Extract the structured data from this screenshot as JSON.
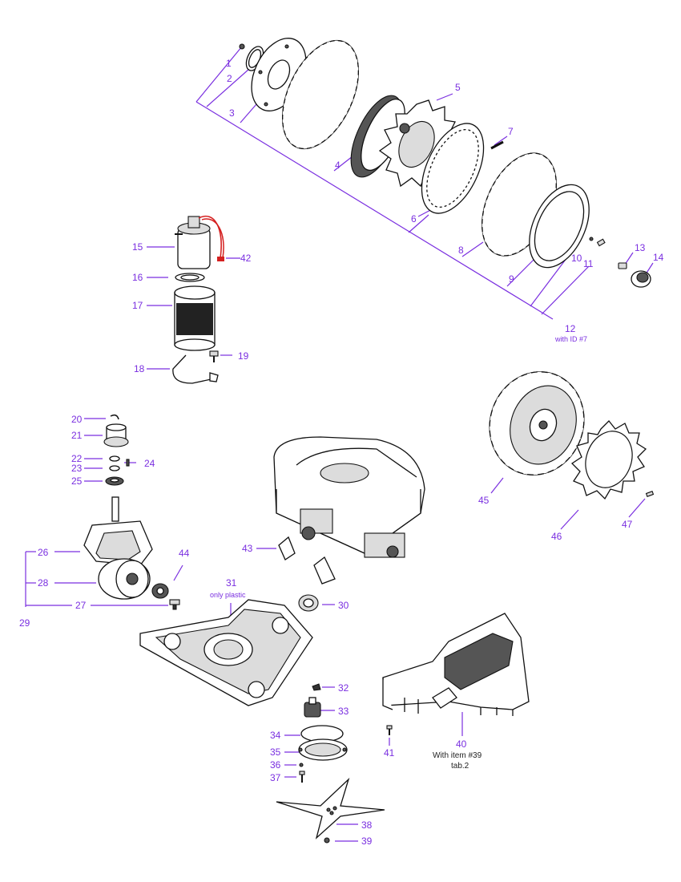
{
  "labels": {
    "1": "1",
    "2": "2",
    "3": "3",
    "4": "4",
    "5": "5",
    "6": "6",
    "7": "7",
    "8": "8",
    "9": "9",
    "10": "10",
    "11": "11",
    "12": "12",
    "13": "13",
    "14": "14",
    "15": "15",
    "16": "16",
    "17": "17",
    "18": "18",
    "19": "19",
    "20": "20",
    "21": "21",
    "22": "22",
    "23": "23",
    "24": "24",
    "25": "25",
    "26": "26",
    "27": "27",
    "28": "28",
    "29": "29",
    "30": "30",
    "31": "31",
    "32": "32",
    "33": "33",
    "34": "34",
    "35": "35",
    "36": "36",
    "37": "37",
    "38": "38",
    "39": "39",
    "40": "40",
    "41": "41",
    "42": "42",
    "43": "43",
    "44": "44",
    "45": "45",
    "46": "46",
    "47": "47"
  },
  "notes": {
    "n12": "with ID #7",
    "n31": "only plastic",
    "n40a": "With item #39",
    "n40b": "tab.2"
  },
  "colors": {
    "callout": "#7a2fe0",
    "line_art": "#111111",
    "wire": "#d42020"
  }
}
